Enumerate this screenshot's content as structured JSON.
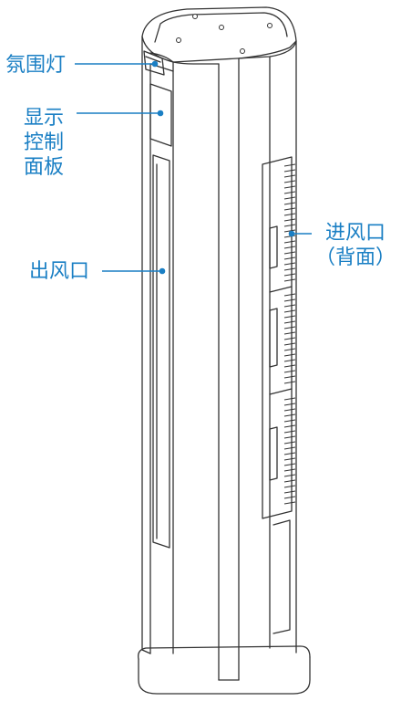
{
  "diagram": {
    "accent_color": "#1a7fc4",
    "line_color": "#333333",
    "labels": {
      "ambient_light": "氛围灯",
      "display_panel": "显示\n控制\n面板",
      "air_outlet": "出风口",
      "air_inlet": "进风口\n（背面）"
    }
  }
}
